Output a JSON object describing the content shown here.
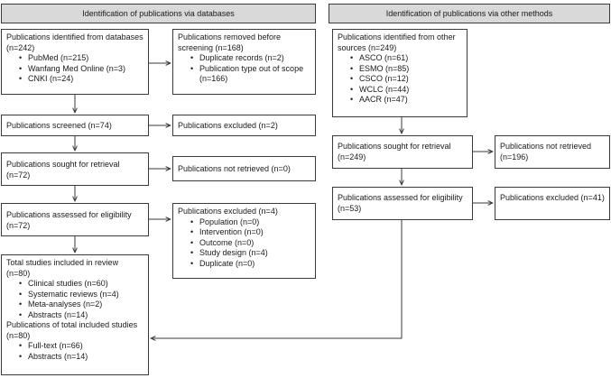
{
  "headers": {
    "databases": "Identification of publications via databases",
    "other": "Identification of publications via other methods"
  },
  "left": {
    "identified": {
      "title": "Publications identified from databases (n=242)",
      "items": [
        "PubMed (n=215)",
        "Wanfang Med Online (n=3)",
        "CNKI (n=24)"
      ]
    },
    "removed": {
      "title": "Publications removed before screening (n=168)",
      "items": [
        "Duplicate records (n=2)",
        "Publication type out of scope (n=166)"
      ]
    },
    "screened": "Publications screened (n=74)",
    "excluded_screen": "Publications excluded (n=2)",
    "sought": "Publications sought for retrieval (n=72)",
    "not_retrieved": "Publications not retrieved (n=0)",
    "assessed": "Publications assessed for eligibility (n=72)",
    "excluded_elig": {
      "title": "Publications excluded (n=4)",
      "items": [
        "Population (n=0)",
        "Intervention (n=0)",
        "Outcome (n=0)",
        "Study design (n=4)",
        "Duplicate (n=0)"
      ]
    },
    "included": {
      "title": "Total studies included in review (n=80)",
      "items": [
        "Clinical studies (n=60)",
        "Systematic reviews (n=4)",
        "Meta-analyses (n=2)",
        "Abstracts (n=14)"
      ],
      "title2": "Publications of total included studies (n=80)",
      "items2": [
        "Full-text (n=66)",
        "Abstracts (n=14)"
      ]
    }
  },
  "right": {
    "identified": {
      "title": "Publications identified from other sources (n=249)",
      "items": [
        "ASCO (n=61)",
        "ESMO (n=85)",
        "CSCO (n=12)",
        "WCLC (n=44)",
        "AACR (n=47)"
      ]
    },
    "sought": "Publications sought for retrieval (n=249)",
    "not_retrieved": "Publications not retrieved (n=196)",
    "assessed": "Publications assessed for eligibility (n=53)",
    "excluded": "Publications excluded (n=41)"
  }
}
